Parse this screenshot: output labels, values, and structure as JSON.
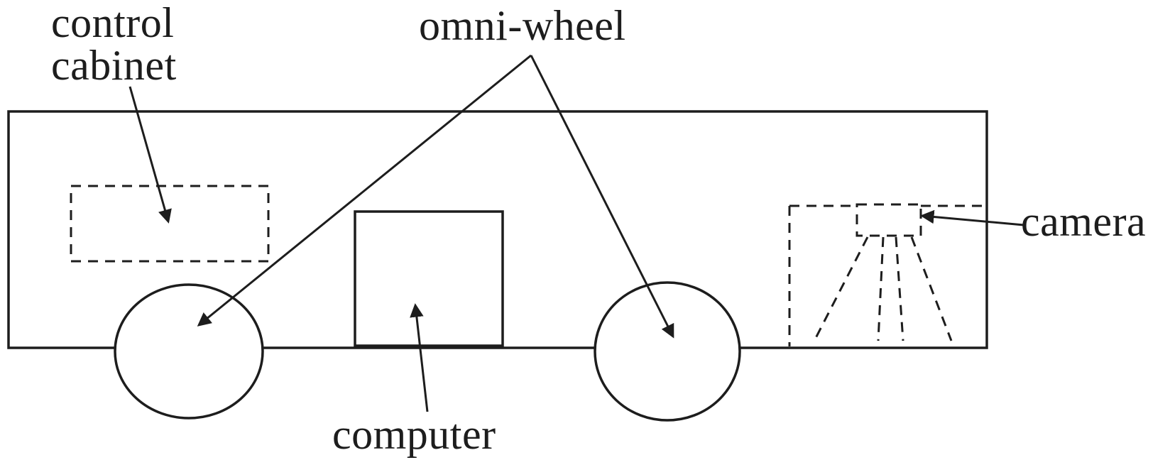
{
  "figure": {
    "background": "#ffffff",
    "line_color": "#1d1d1d",
    "text_color": "#1d1d1d"
  },
  "labels": {
    "control_cabinet": "control\ncabinet",
    "omni_wheel": "omni-wheel",
    "computer": "computer",
    "camera": "camera"
  }
}
